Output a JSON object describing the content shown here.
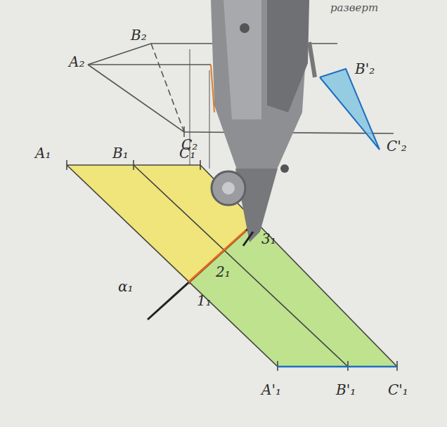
{
  "diagram": {
    "labels": [
      "разверт",
      "A₂",
      "B₂",
      "C₂",
      "B'₂",
      "C'₂",
      "A₁",
      "B₁",
      "C₁",
      "α₁",
      "1₁",
      "2₁",
      "3₁",
      "A'₁",
      "B'₁",
      "C'₁"
    ]
  }
}
